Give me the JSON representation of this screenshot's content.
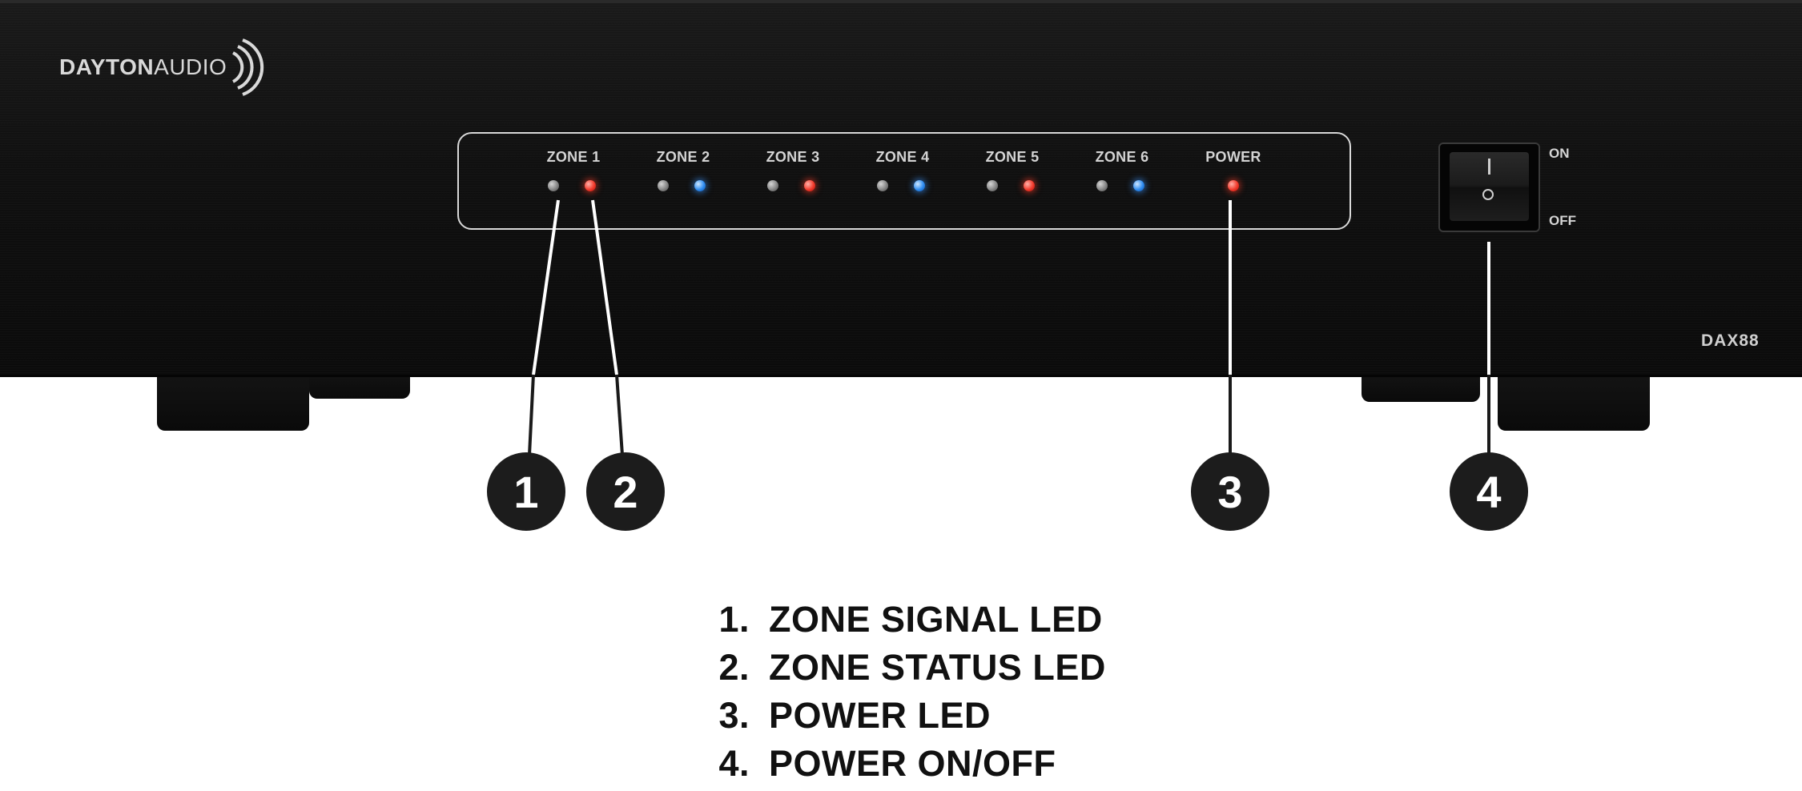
{
  "device": {
    "brand": {
      "bold": "DAYTON",
      "light": "AUDIO"
    },
    "model": "DAX88",
    "zones": [
      {
        "label": "ZONE 1",
        "signal_led": "off",
        "status_led": "red"
      },
      {
        "label": "ZONE 2",
        "signal_led": "off",
        "status_led": "blue"
      },
      {
        "label": "ZONE 3",
        "signal_led": "off",
        "status_led": "red"
      },
      {
        "label": "ZONE 4",
        "signal_led": "off",
        "status_led": "blue"
      },
      {
        "label": "ZONE 5",
        "signal_led": "off",
        "status_led": "red"
      },
      {
        "label": "ZONE 6",
        "signal_led": "off",
        "status_led": "blue"
      }
    ],
    "power": {
      "label": "POWER",
      "led": "red"
    },
    "switch": {
      "on_label": "ON",
      "off_label": "OFF"
    }
  },
  "callouts": [
    "1",
    "2",
    "3",
    "4"
  ],
  "legend": [
    {
      "num": "1.",
      "text": "ZONE SIGNAL LED"
    },
    {
      "num": "2.",
      "text": "ZONE STATUS LED"
    },
    {
      "num": "3.",
      "text": "POWER LED"
    },
    {
      "num": "4.",
      "text": "POWER ON/OFF"
    }
  ],
  "colors": {
    "chassis": "#111111",
    "led_red": "#f23a2c",
    "led_blue": "#2f8cf0",
    "led_off": "#8a8a8a",
    "callout": "#1c1c1c"
  }
}
